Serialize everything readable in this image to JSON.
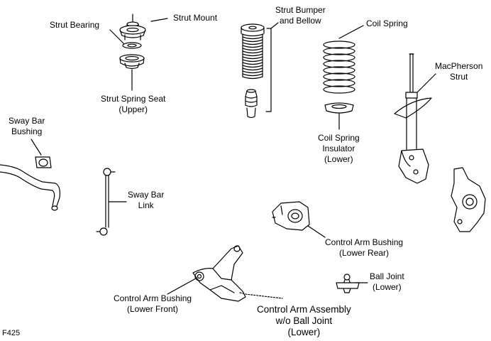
{
  "labels": {
    "strut_bearing": "Strut Bearing",
    "strut_mount": "Strut Mount",
    "strut_spring_seat": [
      "Strut Spring Seat",
      "(Upper)"
    ],
    "strut_bumper": [
      "Strut Bumper",
      "and Bellow"
    ],
    "coil_spring": "Coil Spring",
    "coil_spring_insulator": [
      "Coil Spring",
      "Insulator",
      "(Lower)"
    ],
    "macpherson_strut": [
      "MacPherson",
      "Strut"
    ],
    "sway_bar_bushing": [
      "Sway Bar",
      "Bushing"
    ],
    "sway_bar_link": [
      "Sway Bar",
      "Link"
    ],
    "control_arm_bushing_rear": [
      "Control Arm Bushing",
      "(Lower Rear)"
    ],
    "ball_joint": [
      "Ball Joint",
      "(Lower)"
    ],
    "control_arm_bushing_front": [
      "Control Arm Bushing",
      "(Lower Front)"
    ],
    "control_arm_assembly": [
      "Control Arm Assembly",
      "w/o Ball Joint",
      "(Lower)"
    ]
  },
  "figure_id": "F425"
}
